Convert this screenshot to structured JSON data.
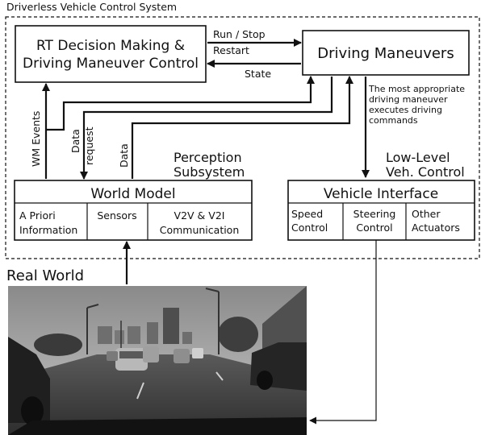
{
  "title": "Driverless Vehicle Control System",
  "boxes": {
    "decision_line1": "RT Decision Making &",
    "decision_line2": "Driving Maneuver Control",
    "maneuvers": "Driving Maneuvers",
    "world_model": "World Model",
    "vehicle_interface": "Vehicle Interface"
  },
  "world_model_cells": {
    "apriori_line1": "A Priori",
    "apriori_line2": "Information",
    "sensors": "Sensors",
    "v2v_line1": "V2V & V2I",
    "v2v_line2": "Communication"
  },
  "vehicle_interface_cells": {
    "speed_line1": "Speed",
    "speed_line2": "Control",
    "steering_line1": "Steering",
    "steering_line2": "Control",
    "other_line1": "Other",
    "other_line2": "Actuators"
  },
  "arrow_labels": {
    "run_stop": "Run / Stop",
    "restart": "Restart",
    "state": "State",
    "wm_events": "WM Events",
    "data_request_line1": "Data",
    "data_request_line2": "request",
    "data": "Data",
    "executes_line1": "The most appropriate",
    "executes_line2": "driving maneuver",
    "executes_line3": "executes driving",
    "executes_line4": "commands"
  },
  "subsystem_labels": {
    "perception_line1": "Perception",
    "perception_line2": "Subsystem",
    "lowlevel_line1": "Low-Level",
    "lowlevel_line2": "Veh. Control"
  },
  "real_world": "Real World"
}
